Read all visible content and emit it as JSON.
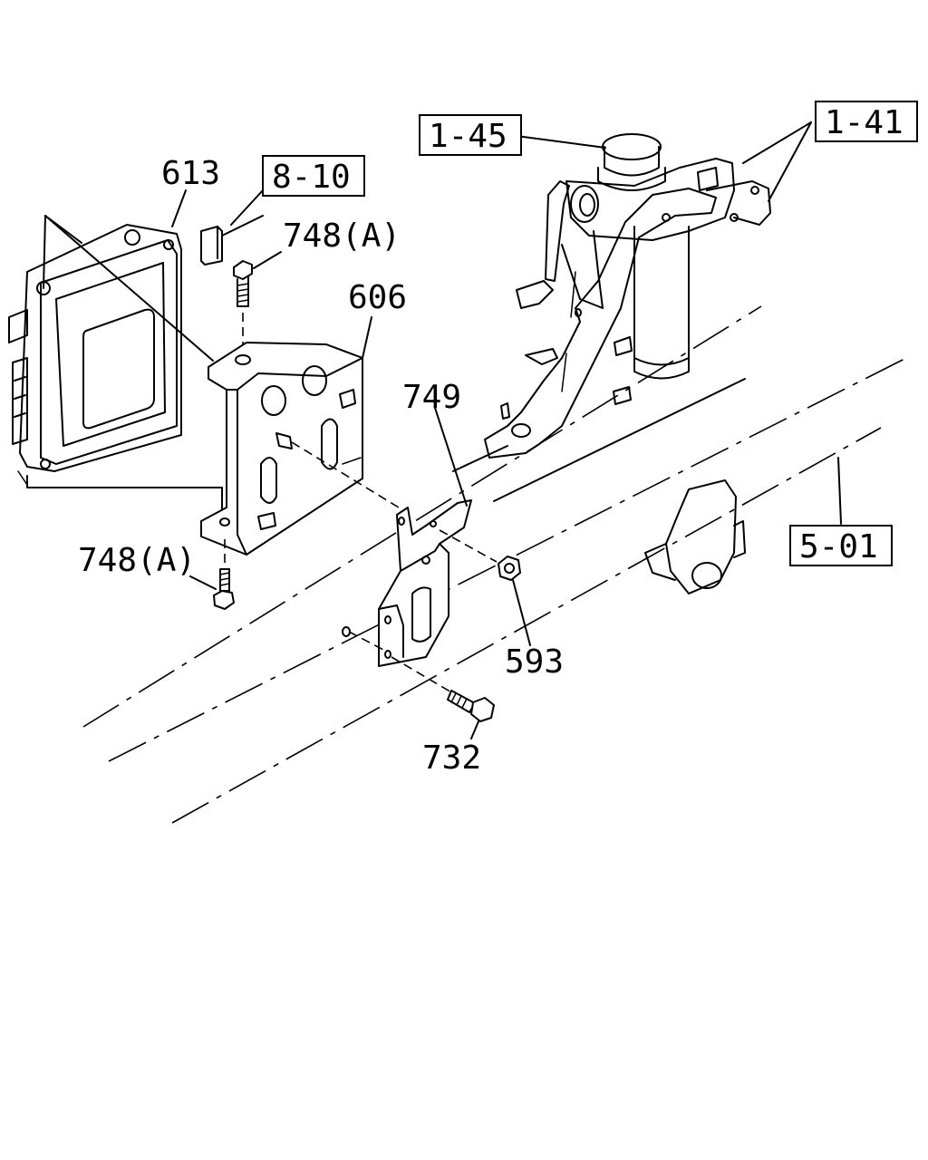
{
  "labels": {
    "p613": "613",
    "p606": "606",
    "p748a_top": "748(A)",
    "p748a_bottom": "748(A)",
    "p749": "749",
    "p593": "593",
    "p732": "732"
  },
  "ref_boxes": {
    "r810": "8-10",
    "r145": "1-45",
    "r141": "1-41",
    "r501": "5-01"
  }
}
